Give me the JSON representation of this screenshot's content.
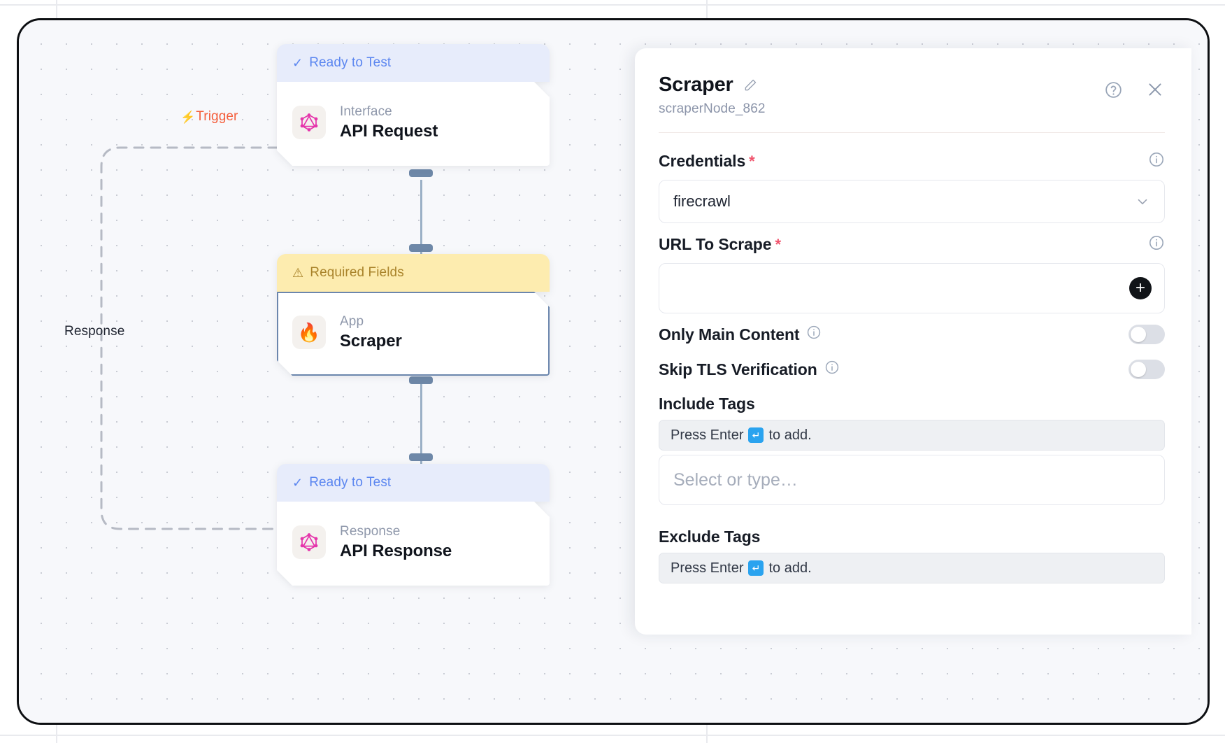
{
  "canvas": {
    "edge_labels": {
      "trigger": "Trigger",
      "trigger_icon": "lightning-bolt-icon",
      "response": "Response"
    },
    "nodes": [
      {
        "status": "Ready to Test",
        "status_type": "ready",
        "status_icon": "check-icon",
        "kind": "Interface",
        "title": "API Request",
        "icon": "graphql-icon",
        "selected": false
      },
      {
        "status": "Required Fields",
        "status_type": "warn",
        "status_icon": "warning-triangle-icon",
        "kind": "App",
        "title": "Scraper",
        "icon": "firecrawl-flame-icon",
        "selected": true
      },
      {
        "status": "Ready to Test",
        "status_type": "ready",
        "status_icon": "check-icon",
        "kind": "Response",
        "title": "API Response",
        "icon": "graphql-icon",
        "selected": false
      }
    ]
  },
  "panel": {
    "title": "Scraper",
    "subtitle": "scraperNode_862",
    "edit_icon": "pencil-icon",
    "help_icon": "help-circle-icon",
    "close_icon": "close-icon",
    "fields": {
      "credentials": {
        "label": "Credentials",
        "required": "*",
        "value": "firecrawl",
        "info_icon": "info-icon",
        "chevron_icon": "chevron-down-icon"
      },
      "url_to_scrape": {
        "label": "URL To Scrape",
        "required": "*",
        "value": "",
        "info_icon": "info-icon",
        "add_icon": "plus-icon"
      },
      "only_main_content": {
        "label": "Only Main Content",
        "info_icon": "info-icon",
        "enabled": false
      },
      "skip_tls_verification": {
        "label": "Skip TLS Verification",
        "info_icon": "info-icon",
        "enabled": false
      },
      "include_tags": {
        "label": "Include Tags",
        "hint_prefix": "Press Enter",
        "hint_key": "↵",
        "hint_suffix": "to add.",
        "placeholder": "Select or type…"
      },
      "exclude_tags": {
        "label": "Exclude Tags",
        "hint_prefix": "Press Enter",
        "hint_key": "↵",
        "hint_suffix": "to add."
      }
    }
  },
  "colors": {
    "ready_bg": "#e7ecfb",
    "ready_text": "#5b86f0",
    "warn_bg": "#fdecaf",
    "warn_text": "#a9832a",
    "trigger": "#f4603e",
    "required_star": "#f0526b",
    "handle": "#6e88a8",
    "enter_key": "#2aa3ef"
  }
}
